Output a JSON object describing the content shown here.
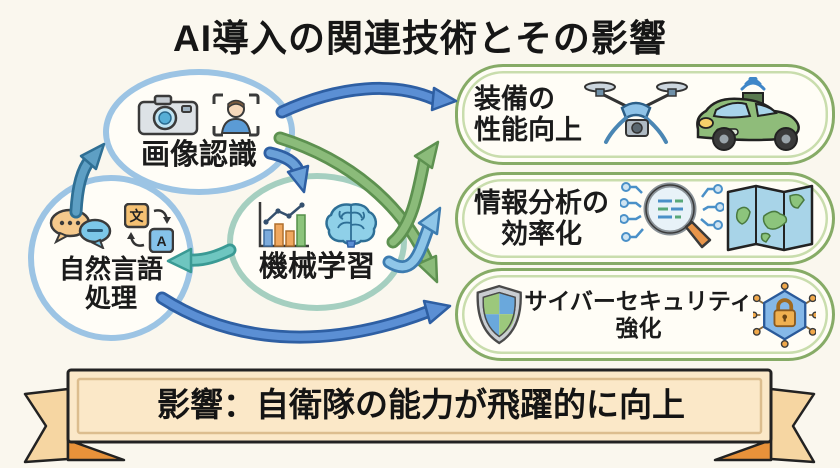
{
  "title": "AI導入の関連技術とその影響",
  "tech_nodes": {
    "image_recognition": {
      "label": "画像認識",
      "icons": [
        "camera-icon",
        "face-recognition-icon"
      ]
    },
    "nlp": {
      "line1": "自然言語",
      "line2": "処理",
      "icons": [
        "speech-bubbles-icon",
        "translate-icon"
      ]
    },
    "machine_learning": {
      "label": "機械学習",
      "icons": [
        "bar-chart-icon",
        "brain-icon"
      ]
    }
  },
  "impact_nodes": {
    "equipment": {
      "line1": "装備の",
      "line2": "性能向上",
      "icons": [
        "drone-icon",
        "connected-car-icon"
      ]
    },
    "analysis": {
      "line1": "情報分析の",
      "line2": "効率化",
      "icons": [
        "magnifier-data-icon",
        "map-icon"
      ]
    },
    "cyber": {
      "line1": "サイバーセキュリティ",
      "line2": "強化",
      "icons": [
        "shield-icon",
        "lock-network-icon"
      ]
    }
  },
  "banner": {
    "label": "影響：自衛隊の能力が飛躍的に向上"
  },
  "translate_icon": {
    "left_char": "文",
    "right_char": "A"
  },
  "connections": [
    {
      "from": "自然言語処理",
      "to": "画像認識",
      "color": "#5e9fc4"
    },
    {
      "from": "画像認識",
      "to": "機械学習",
      "color": "#6aa0d8"
    },
    {
      "from": "機械学習",
      "to": "自然言語処理",
      "color": "#6ec6c0"
    },
    {
      "from": "画像認識",
      "to": "装備の性能向上",
      "color": "#5b8fd4"
    },
    {
      "from": "画像認識",
      "to": "サイバーセキュリティ強化",
      "color": "#8bbb7a"
    },
    {
      "from": "機械学習",
      "to": "装備の性能向上",
      "color": "#8bbb7a"
    },
    {
      "from": "機械学習",
      "to": "情報分析の効率化",
      "color": "#8fc6e8"
    },
    {
      "from": "自然言語処理",
      "to": "サイバーセキュリティ強化",
      "color": "#5b8fd4"
    }
  ],
  "colors": {
    "background": "#faf7ee",
    "bubble_border_blue": "#9cc4e4",
    "bubble_border_teal": "#a5cfc0",
    "impact_border_green": "#86ab66",
    "arrow_blue": "#5b8fd4",
    "arrow_teal": "#6ec6c0",
    "arrow_light_blue": "#8fc6e8",
    "arrow_green": "#8bbb7a",
    "banner_fill": "#fbe8c8",
    "banner_tail": "#f6d6a2",
    "banner_fold": "#e8923a",
    "text": "#161616"
  }
}
